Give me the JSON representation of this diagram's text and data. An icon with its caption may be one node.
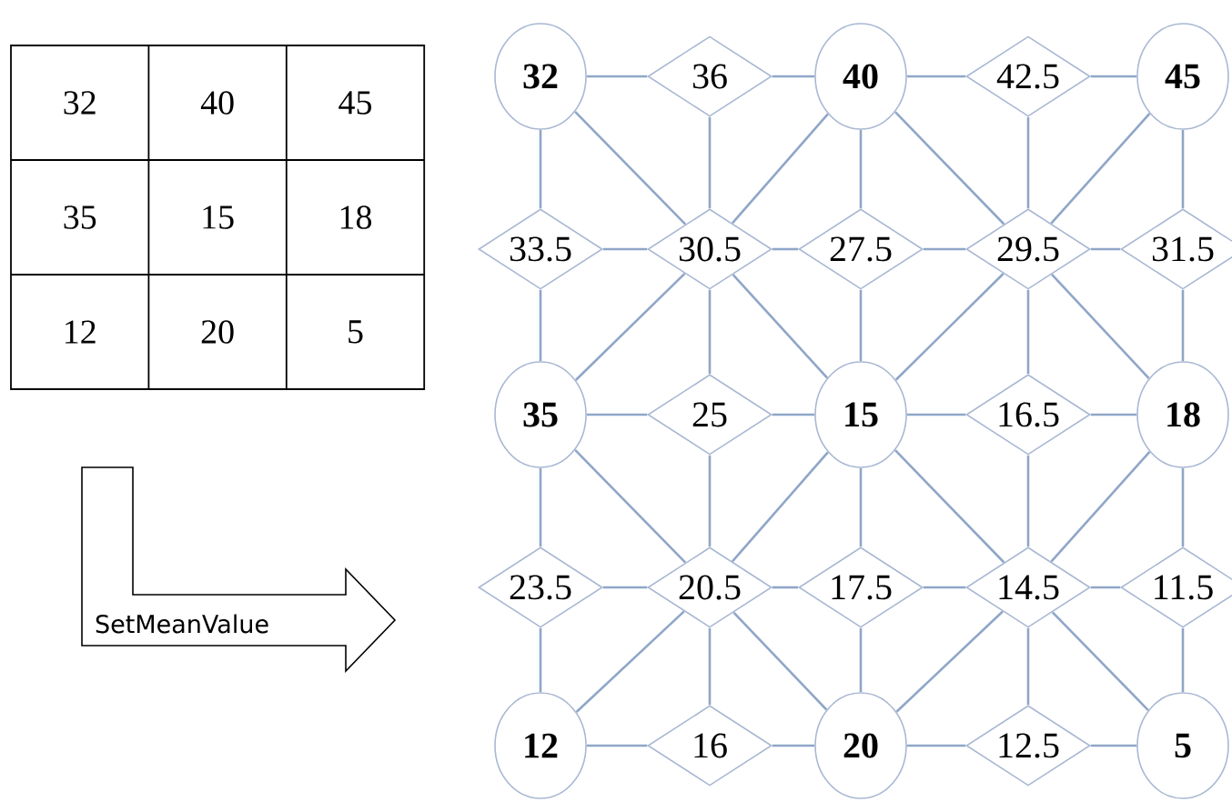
{
  "diagram": {
    "nodes": [
      {
        "text": [
          "32"
        ]
      },
      {
        "text": [
          "36"
        ]
      },
      {
        "text": [
          "40"
        ]
      },
      {
        "text": [
          "42.5"
        ]
      },
      {
        "text": [
          "45"
        ]
      },
      {
        "text": [
          "33.5"
        ]
      },
      {
        "text": [
          "30.5"
        ]
      },
      {
        "text": [
          "27.5"
        ]
      },
      {
        "text": [
          "29.5"
        ]
      },
      {
        "text": [
          "31.5"
        ]
      },
      {
        "text": [
          "35"
        ]
      },
      {
        "text": [
          "25"
        ]
      },
      {
        "text": [
          "15"
        ]
      },
      {
        "text": [
          "16.5"
        ]
      },
      {
        "text": [
          "18"
        ]
      },
      {
        "text": [
          "23.5"
        ]
      },
      {
        "text": [
          "20.5"
        ]
      },
      {
        "text": [
          "17.5"
        ]
      },
      {
        "text": [
          "14.5"
        ]
      },
      {
        "text": [
          "11.5"
        ]
      },
      {
        "text": [
          "12"
        ]
      },
      {
        "text": [
          "16"
        ]
      },
      {
        "text": [
          "20"
        ]
      },
      {
        "text": [
          "12.5"
        ]
      },
      {
        "text": [
          "5"
        ]
      },
      {
        "text": [
          "SetMeanValue"
        ]
      }
    ],
    "edges": [
      {
        "from": 0,
        "to": 1,
        "arrow": "none"
      },
      {
        "from": 1,
        "to": 2,
        "arrow": "none"
      },
      {
        "from": 2,
        "to": 3,
        "arrow": "none"
      },
      {
        "from": 3,
        "to": 4,
        "arrow": "none"
      },
      {
        "from": 5,
        "to": 6,
        "arrow": "none"
      },
      {
        "from": 6,
        "to": 7,
        "arrow": "none"
      },
      {
        "from": 7,
        "to": 8,
        "arrow": "none"
      },
      {
        "from": 8,
        "to": 9,
        "arrow": "none"
      },
      {
        "from": 10,
        "to": 11,
        "arrow": "none"
      },
      {
        "from": 11,
        "to": 12,
        "arrow": "none"
      },
      {
        "from": 12,
        "to": 13,
        "arrow": "none"
      },
      {
        "from": 13,
        "to": 14,
        "arrow": "none"
      },
      {
        "from": 15,
        "to": 16,
        "arrow": "none"
      },
      {
        "from": 16,
        "to": 17,
        "arrow": "none"
      },
      {
        "from": 17,
        "to": 18,
        "arrow": "none"
      },
      {
        "from": 18,
        "to": 19,
        "arrow": "none"
      },
      {
        "from": 20,
        "to": 21,
        "arrow": "none"
      },
      {
        "from": 21,
        "to": 22,
        "arrow": "none"
      },
      {
        "from": 22,
        "to": 23,
        "arrow": "none"
      },
      {
        "from": 23,
        "to": 24,
        "arrow": "none"
      },
      {
        "from": 0,
        "to": 5,
        "arrow": "none"
      },
      {
        "from": 5,
        "to": 10,
        "arrow": "none"
      },
      {
        "from": 10,
        "to": 15,
        "arrow": "none"
      },
      {
        "from": 15,
        "to": 20,
        "arrow": "none"
      },
      {
        "from": 1,
        "to": 6,
        "arrow": "none"
      },
      {
        "from": 6,
        "to": 11,
        "arrow": "none"
      },
      {
        "from": 11,
        "to": 16,
        "arrow": "none"
      },
      {
        "from": 16,
        "to": 21,
        "arrow": "none"
      },
      {
        "from": 2,
        "to": 7,
        "arrow": "none"
      },
      {
        "from": 7,
        "to": 12,
        "arrow": "none"
      },
      {
        "from": 12,
        "to": 17,
        "arrow": "none"
      },
      {
        "from": 17,
        "to": 22,
        "arrow": "none"
      },
      {
        "from": 3,
        "to": 8,
        "arrow": "none"
      },
      {
        "from": 8,
        "to": 13,
        "arrow": "none"
      },
      {
        "from": 13,
        "to": 18,
        "arrow": "none"
      },
      {
        "from": 18,
        "to": 23,
        "arrow": "none"
      },
      {
        "from": 4,
        "to": 9,
        "arrow": "none"
      },
      {
        "from": 9,
        "to": 14,
        "arrow": "none"
      },
      {
        "from": 14,
        "to": 19,
        "arrow": "none"
      },
      {
        "from": 19,
        "to": 24,
        "arrow": "none"
      },
      {
        "from": 0,
        "to": 6,
        "arrow": "none"
      },
      {
        "from": 2,
        "to": 6,
        "arrow": "none"
      },
      {
        "from": 2,
        "to": 8,
        "arrow": "none"
      },
      {
        "from": 4,
        "to": 8,
        "arrow": "none"
      },
      {
        "from": 10,
        "to": 6,
        "arrow": "none"
      },
      {
        "from": 12,
        "to": 6,
        "arrow": "none"
      },
      {
        "from": 12,
        "to": 8,
        "arrow": "none"
      },
      {
        "from": 14,
        "to": 8,
        "arrow": "none"
      },
      {
        "from": 10,
        "to": 16,
        "arrow": "none"
      },
      {
        "from": 12,
        "to": 16,
        "arrow": "none"
      },
      {
        "from": 12,
        "to": 18,
        "arrow": "none"
      },
      {
        "from": 14,
        "to": 18,
        "arrow": "none"
      },
      {
        "from": 20,
        "to": 16,
        "arrow": "none"
      },
      {
        "from": 22,
        "to": 16,
        "arrow": "none"
      },
      {
        "from": 22,
        "to": 18,
        "arrow": "none"
      },
      {
        "from": 24,
        "to": 18,
        "arrow": "none"
      }
    ],
    "labels": [
      "32",
      "40",
      "45",
      "35",
      "15",
      "18",
      "12",
      "20",
      "5"
    ]
  }
}
